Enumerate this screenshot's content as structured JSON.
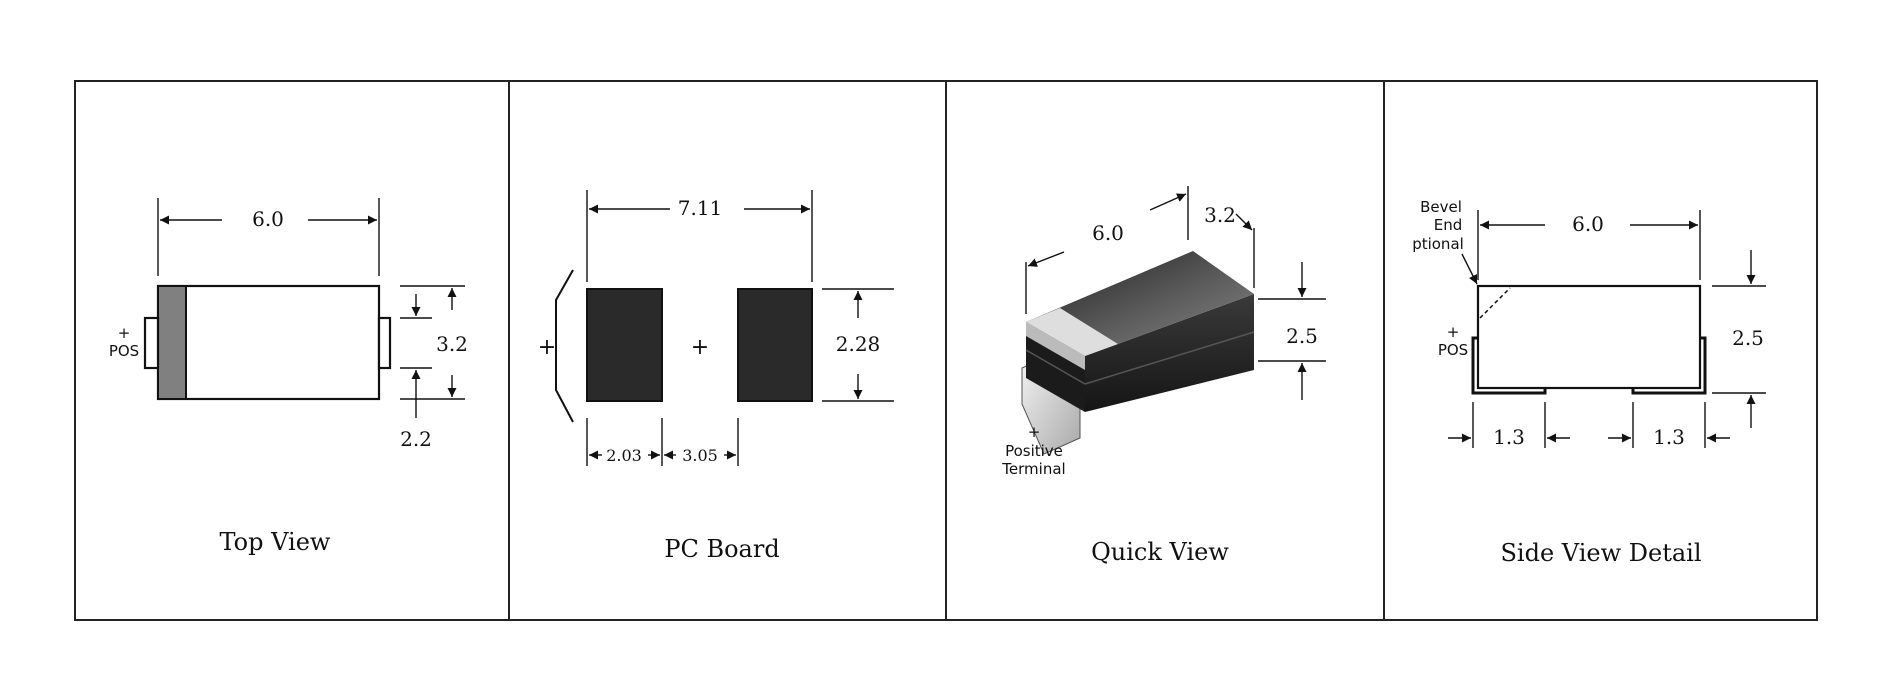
{
  "panels": {
    "top_view": {
      "caption": "Top View",
      "length": "6.0",
      "width": "3.2",
      "lead": "2.2",
      "plus": "+",
      "pos": "POS",
      "band_color": "#808080"
    },
    "pc_board": {
      "caption": "PC Board",
      "span": "7.11",
      "pad_height": "2.28",
      "pad_width": "2.03",
      "gap": "3.05",
      "plus_left": "+",
      "plus_mid": "+",
      "pad_color": "#2a2a2a"
    },
    "quick_view": {
      "caption": "Quick View",
      "length": "6.0",
      "width": "3.2",
      "height": "2.5",
      "plus": "+",
      "terminal_line1": "Positive",
      "terminal_line2": "Terminal"
    },
    "side_view": {
      "caption": "Side View Detail",
      "length": "6.0",
      "height": "2.5",
      "lead_left": "1.3",
      "lead_right": "1.3",
      "bevel_line1": "Bevel",
      "bevel_line2": "End",
      "bevel_line3": "ptional",
      "plus": "+",
      "pos": "POS"
    }
  }
}
